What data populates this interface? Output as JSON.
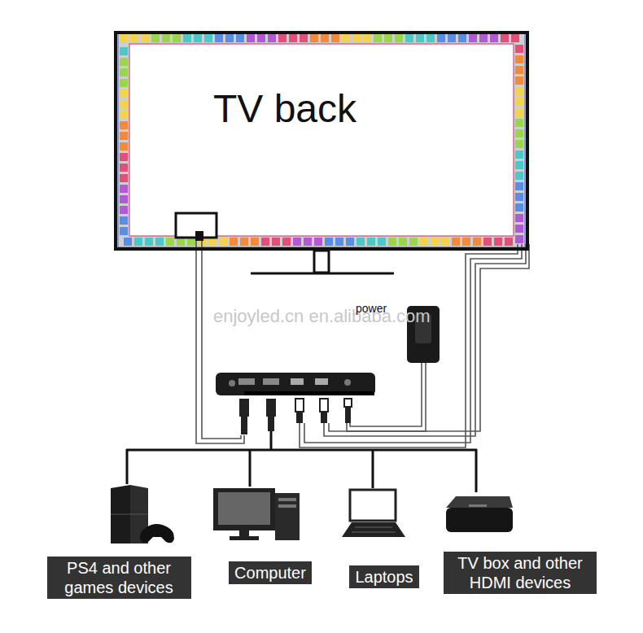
{
  "diagram": {
    "nodes": [
      {
        "text": [
          "TV back"
        ]
      },
      {
        "text": [
          "PS4 and other games devices"
        ]
      },
      {
        "text": [
          "Computer"
        ]
      },
      {
        "text": [
          "Laptops"
        ]
      },
      {
        "text": [
          "TV box and other HDMI devices"
        ]
      }
    ],
    "labels": [
      "enjoyled.cn en.alibaba.com",
      "power"
    ]
  }
}
